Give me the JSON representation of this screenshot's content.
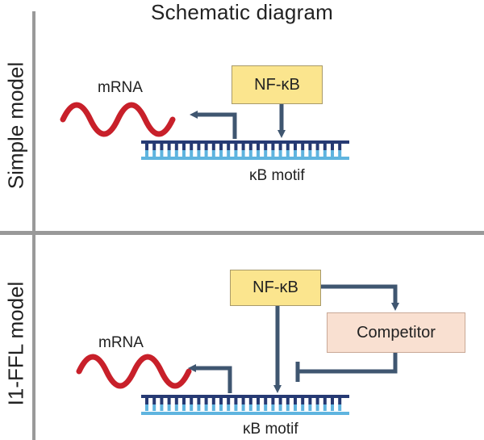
{
  "title": "Schematic diagram",
  "panels": {
    "simple": {
      "side_label": "Simple model",
      "mrna_label": "mRNA",
      "nfkb_label": "NF-κB",
      "motif_label": "κB motif"
    },
    "iffl": {
      "side_label": "I1-FFL model",
      "mrna_label": "mRNA",
      "nfkb_label": "NF-κB",
      "competitor_label": "Competitor",
      "motif_label": "κB motif"
    }
  },
  "colors": {
    "mrna": "#c8202a",
    "arrow": "#3f5670",
    "dna_dark": "#263a73",
    "dna_light": "#5fb4df",
    "nfkb_box": "#fbe58e",
    "competitor_box": "#f9e0d1",
    "divider": "#999999"
  }
}
